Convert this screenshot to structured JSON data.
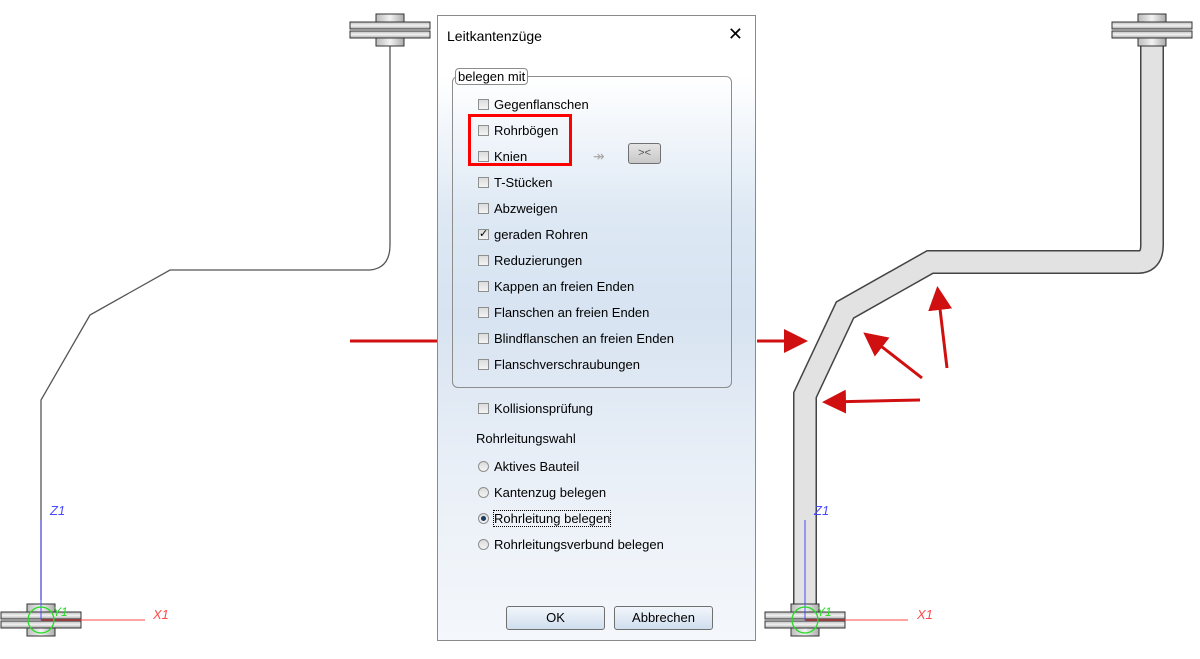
{
  "dialog": {
    "title": "Leitkantenzüge",
    "group_label": "belegen mit",
    "options": [
      {
        "label": "Gegenflanschen",
        "checked": false
      },
      {
        "label": "Rohrbögen",
        "checked": false
      },
      {
        "label": "Knien",
        "checked": false
      },
      {
        "label": "T-Stücken",
        "checked": false
      },
      {
        "label": "Abzweigen",
        "checked": false
      },
      {
        "label": "geraden Rohren",
        "checked": true
      },
      {
        "label": "Reduzierungen",
        "checked": false
      },
      {
        "label": "Kappen an freien Enden",
        "checked": false
      },
      {
        "label": "Flanschen an freien Enden",
        "checked": false
      },
      {
        "label": "Blindflanschen an freien Enden",
        "checked": false
      },
      {
        "label": "Flanschverschraubungen",
        "checked": false
      }
    ],
    "swap_arrows": "↠",
    "swap_button": "><",
    "collision": {
      "label": "Kollisionsprüfung",
      "checked": false
    },
    "selection_heading": "Rohrleitungswahl",
    "radios": [
      {
        "label": "Aktives Bauteil",
        "selected": false
      },
      {
        "label": "Kantenzug belegen",
        "selected": false
      },
      {
        "label": "Rohrleitung belegen",
        "selected": true
      },
      {
        "label": "Rohrleitungsverbund belegen",
        "selected": false
      }
    ],
    "ok": "OK",
    "cancel": "Abbrechen"
  },
  "axes": {
    "z": "Z1",
    "x": "X1",
    "y": "Y1"
  },
  "colors": {
    "highlight": "#ff0000",
    "arrow": "#d01010",
    "axis_z": "#4a4aff",
    "axis_x": "#ff4a4a",
    "axis_y": "#22dd22"
  }
}
